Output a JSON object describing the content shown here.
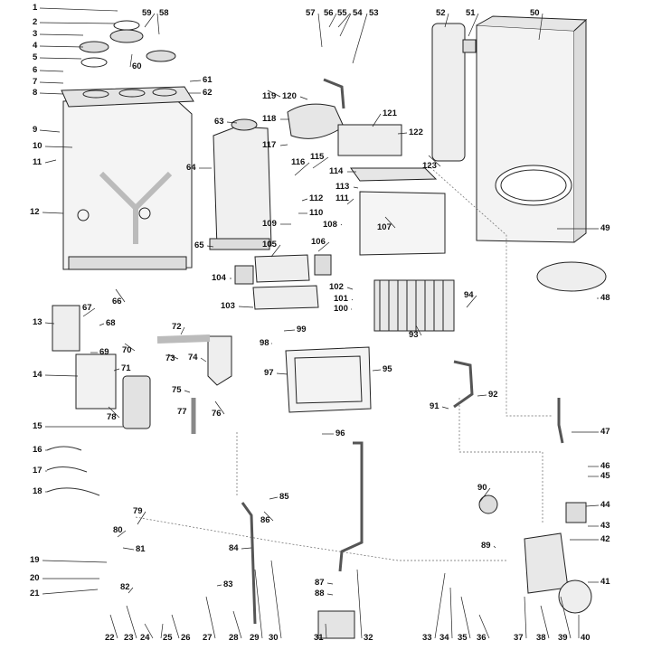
{
  "diagram": {
    "callouts": [
      {
        "id": "c1",
        "text": "1"
      },
      {
        "id": "c2",
        "text": "2"
      },
      {
        "id": "c3",
        "text": "3"
      },
      {
        "id": "c4",
        "text": "4"
      },
      {
        "id": "c5",
        "text": "5"
      },
      {
        "id": "c6",
        "text": "6"
      },
      {
        "id": "c7",
        "text": "7"
      },
      {
        "id": "c8",
        "text": "8"
      },
      {
        "id": "c9",
        "text": "9"
      },
      {
        "id": "c10",
        "text": "10"
      },
      {
        "id": "c11",
        "text": "11"
      },
      {
        "id": "c12",
        "text": "12"
      },
      {
        "id": "c13",
        "text": "13"
      },
      {
        "id": "c14",
        "text": "14"
      },
      {
        "id": "c15",
        "text": "15"
      },
      {
        "id": "c16",
        "text": "16"
      },
      {
        "id": "c17",
        "text": "17"
      },
      {
        "id": "c18",
        "text": "18"
      },
      {
        "id": "c19",
        "text": "19"
      },
      {
        "id": "c20",
        "text": "20"
      },
      {
        "id": "c21",
        "text": "21"
      },
      {
        "id": "c22",
        "text": "22"
      },
      {
        "id": "c23",
        "text": "23"
      },
      {
        "id": "c24",
        "text": "24"
      },
      {
        "id": "c25",
        "text": "25"
      },
      {
        "id": "c26",
        "text": "26"
      },
      {
        "id": "c27",
        "text": "27"
      },
      {
        "id": "c28",
        "text": "28"
      },
      {
        "id": "c29",
        "text": "29"
      },
      {
        "id": "c30",
        "text": "30"
      },
      {
        "id": "c31",
        "text": "31"
      },
      {
        "id": "c32",
        "text": "32"
      },
      {
        "id": "c33",
        "text": "33"
      },
      {
        "id": "c34",
        "text": "34"
      },
      {
        "id": "c35",
        "text": "35"
      },
      {
        "id": "c36",
        "text": "36"
      },
      {
        "id": "c37",
        "text": "37"
      },
      {
        "id": "c38",
        "text": "38"
      },
      {
        "id": "c39",
        "text": "39"
      },
      {
        "id": "c40",
        "text": "40"
      },
      {
        "id": "c41",
        "text": "41"
      },
      {
        "id": "c42",
        "text": "42"
      },
      {
        "id": "c43",
        "text": "43"
      },
      {
        "id": "c44",
        "text": "44"
      },
      {
        "id": "c45",
        "text": "45"
      },
      {
        "id": "c46",
        "text": "46"
      },
      {
        "id": "c47",
        "text": "47"
      },
      {
        "id": "c48",
        "text": "48"
      },
      {
        "id": "c49",
        "text": "49"
      },
      {
        "id": "c50",
        "text": "50"
      },
      {
        "id": "c51",
        "text": "51"
      },
      {
        "id": "c52",
        "text": "52"
      },
      {
        "id": "c53",
        "text": "53"
      },
      {
        "id": "c54",
        "text": "54"
      },
      {
        "id": "c55",
        "text": "55"
      },
      {
        "id": "c56",
        "text": "56"
      },
      {
        "id": "c57",
        "text": "57"
      },
      {
        "id": "c58",
        "text": "58"
      },
      {
        "id": "c59",
        "text": "59"
      },
      {
        "id": "c60",
        "text": "60"
      },
      {
        "id": "c61",
        "text": "61"
      },
      {
        "id": "c62",
        "text": "62"
      },
      {
        "id": "c63",
        "text": "63"
      },
      {
        "id": "c64",
        "text": "64"
      },
      {
        "id": "c65",
        "text": "65"
      },
      {
        "id": "c66",
        "text": "66"
      },
      {
        "id": "c67",
        "text": "67"
      },
      {
        "id": "c68",
        "text": "68"
      },
      {
        "id": "c69",
        "text": "69"
      },
      {
        "id": "c70",
        "text": "70"
      },
      {
        "id": "c71",
        "text": "71"
      },
      {
        "id": "c72",
        "text": "72"
      },
      {
        "id": "c73",
        "text": "73"
      },
      {
        "id": "c74",
        "text": "74"
      },
      {
        "id": "c75",
        "text": "75"
      },
      {
        "id": "c76",
        "text": "76"
      },
      {
        "id": "c77",
        "text": "77"
      },
      {
        "id": "c78",
        "text": "78"
      },
      {
        "id": "c79",
        "text": "79"
      },
      {
        "id": "c80",
        "text": "80"
      },
      {
        "id": "c81",
        "text": "81"
      },
      {
        "id": "c82",
        "text": "82"
      },
      {
        "id": "c83",
        "text": "83"
      },
      {
        "id": "c84",
        "text": "84"
      },
      {
        "id": "c85",
        "text": "85"
      },
      {
        "id": "c86",
        "text": "86"
      },
      {
        "id": "c87",
        "text": "87"
      },
      {
        "id": "c88",
        "text": "88"
      },
      {
        "id": "c89",
        "text": "89"
      },
      {
        "id": "c90",
        "text": "90"
      },
      {
        "id": "c91",
        "text": "91"
      },
      {
        "id": "c92",
        "text": "92"
      },
      {
        "id": "c93",
        "text": "93"
      },
      {
        "id": "c94",
        "text": "94"
      },
      {
        "id": "c95",
        "text": "95"
      },
      {
        "id": "c96",
        "text": "96"
      },
      {
        "id": "c97",
        "text": "97"
      },
      {
        "id": "c98",
        "text": "98"
      },
      {
        "id": "c99",
        "text": "99"
      },
      {
        "id": "c100",
        "text": "100"
      },
      {
        "id": "c101",
        "text": "101"
      },
      {
        "id": "c102",
        "text": "102"
      },
      {
        "id": "c103",
        "text": "103"
      },
      {
        "id": "c104",
        "text": "104"
      },
      {
        "id": "c105",
        "text": "105"
      },
      {
        "id": "c106",
        "text": "106"
      },
      {
        "id": "c107",
        "text": "107"
      },
      {
        "id": "c108",
        "text": "108"
      },
      {
        "id": "c109",
        "text": "109"
      },
      {
        "id": "c110",
        "text": "110"
      },
      {
        "id": "c111",
        "text": "111"
      },
      {
        "id": "c112",
        "text": "112"
      },
      {
        "id": "c113",
        "text": "113"
      },
      {
        "id": "c114",
        "text": "114"
      },
      {
        "id": "c115",
        "text": "115"
      },
      {
        "id": "c116",
        "text": "116"
      },
      {
        "id": "c117",
        "text": "117"
      },
      {
        "id": "c118",
        "text": "118"
      },
      {
        "id": "c119",
        "text": "119"
      },
      {
        "id": "c120",
        "text": "120"
      },
      {
        "id": "c121",
        "text": "121"
      },
      {
        "id": "c122",
        "text": "122"
      },
      {
        "id": "c123",
        "text": "123"
      }
    ],
    "colors": {
      "line": "#222222",
      "fill": "#ececec",
      "dark": "#444444",
      "background": "#ffffff"
    }
  }
}
